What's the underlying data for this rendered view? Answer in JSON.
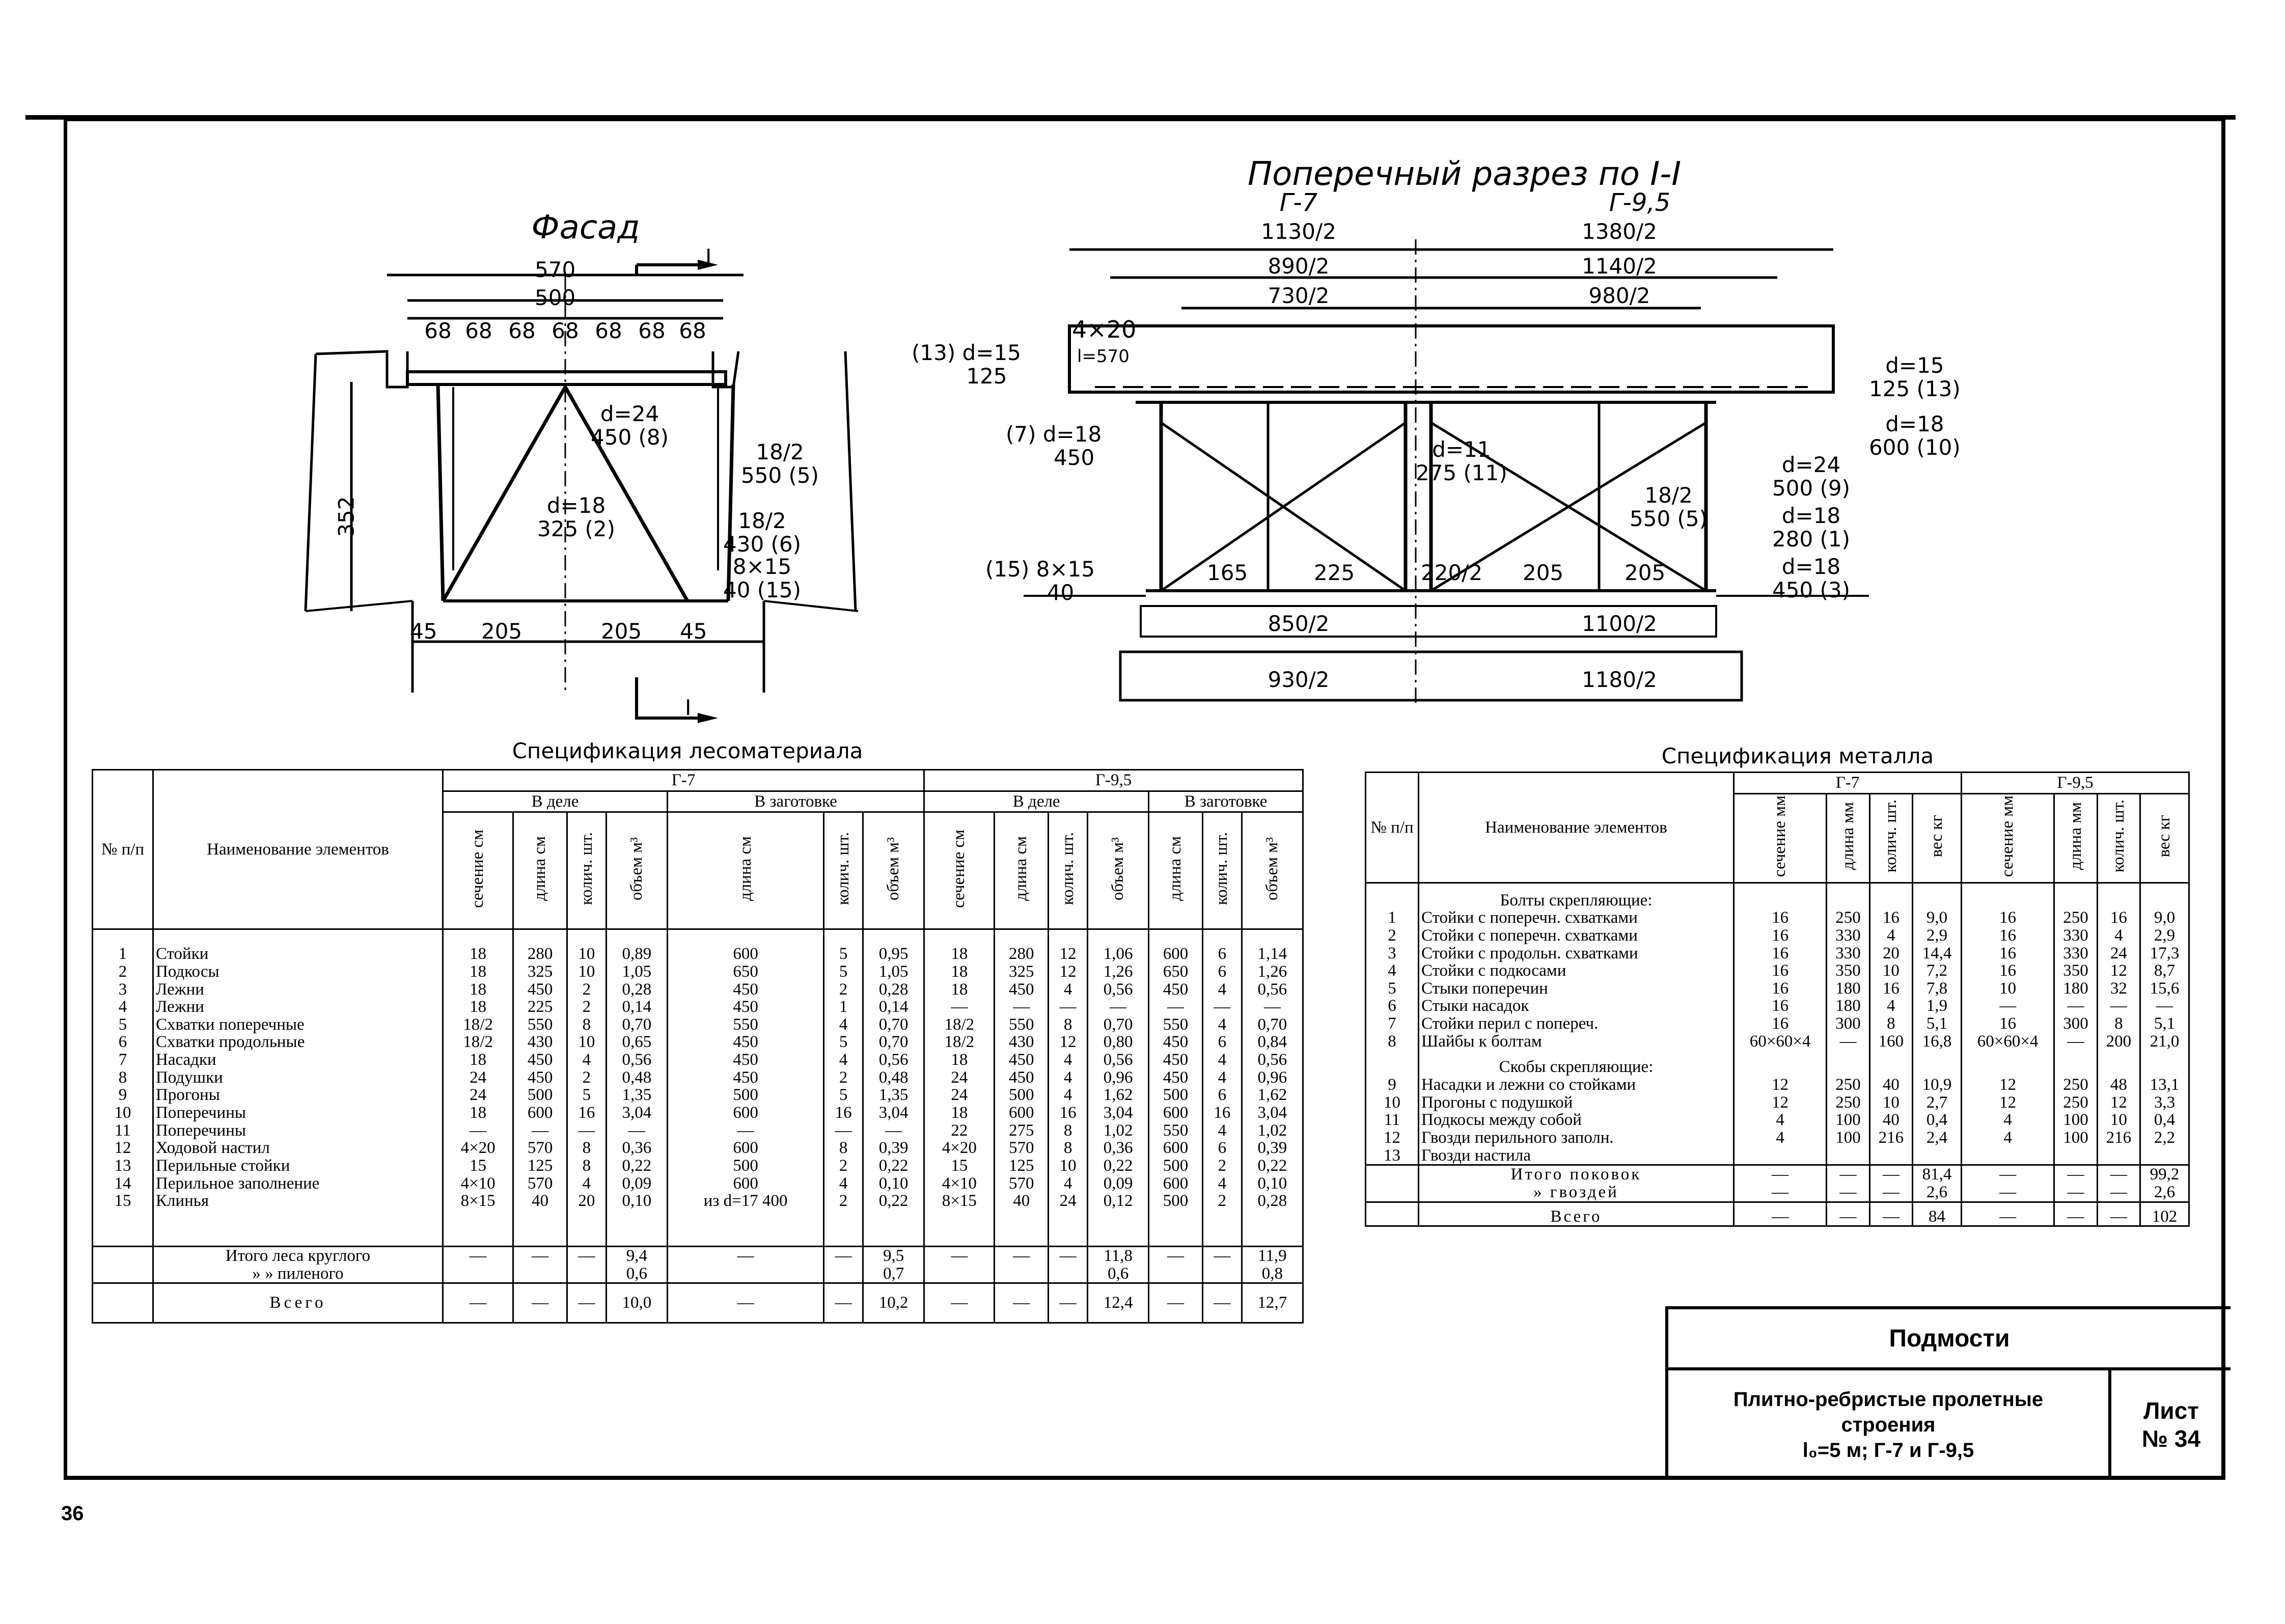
{
  "page_number": "36",
  "facade": {
    "title": "Фасад",
    "section_mark": "I",
    "dims": [
      "570",
      "500",
      "68",
      "68",
      "68",
      "68",
      "68",
      "68",
      "68",
      "352",
      "45",
      "205",
      "205",
      "45"
    ],
    "labels": [
      {
        "t": "d=24",
        "b": "450",
        "n": "8"
      },
      {
        "t": "18/2",
        "b": "550",
        "n": "5"
      },
      {
        "t": "d=18",
        "b": "325",
        "n": "2"
      },
      {
        "t": "18/2",
        "b": "430",
        "n": "6"
      },
      {
        "t": "8×15",
        "b": "40",
        "n": "15"
      }
    ]
  },
  "cross": {
    "title": "Поперечный разрез по I-I",
    "g7": "Г-7",
    "g95": "Г-9,5",
    "dims_left": [
      "1130/2",
      "890/2",
      "730/2",
      "850/2",
      "930/2"
    ],
    "dims_right": [
      "1380/2",
      "1140/2",
      "980/2",
      "1100/2",
      "1180/2"
    ],
    "deck_label": "4×20",
    "deck_sub": "l=570",
    "bottom_dims": [
      "165",
      "225",
      "220/2",
      "205",
      "205"
    ],
    "labels": [
      {
        "t": "d=15",
        "b": "125",
        "n": "13"
      },
      {
        "t": "d=15",
        "b": "125",
        "n": "13"
      },
      {
        "t": "d=18",
        "b": "450",
        "n": "7"
      },
      {
        "t": "d=18",
        "b": "600",
        "n": "10"
      },
      {
        "t": "d=11",
        "b": "275",
        "n": "11"
      },
      {
        "t": "d=24",
        "b": "500",
        "n": "9"
      },
      {
        "t": "18/2",
        "b": "550",
        "n": "5"
      },
      {
        "t": "d=18",
        "b": "280",
        "n": "1"
      },
      {
        "t": "8×15",
        "b": "40",
        "n": "15"
      },
      {
        "t": "d=18",
        "b": "450",
        "n": "3"
      }
    ]
  },
  "timber": {
    "title": "Спецификация лесоматериала",
    "h_num": "№ п/п",
    "h_name": "Наименование элементов",
    "h_g7": "Г-7",
    "h_g95": "Г-9,5",
    "h_work": "В деле",
    "h_blank": "В заготовке",
    "h_sec": "сечение см",
    "h_len": "длина см",
    "h_qty": "колич. шт.",
    "h_vol": "объем м³",
    "rows": [
      [
        "1",
        "Стойки",
        "18",
        "280",
        "10",
        "0,89",
        "600",
        "5",
        "0,95",
        "18",
        "280",
        "12",
        "1,06",
        "600",
        "6",
        "1,14"
      ],
      [
        "2",
        "Подкосы",
        "18",
        "325",
        "10",
        "1,05",
        "650",
        "5",
        "1,05",
        "18",
        "325",
        "12",
        "1,26",
        "650",
        "6",
        "1,26"
      ],
      [
        "3",
        "Лежни",
        "18",
        "450",
        "2",
        "0,28",
        "450",
        "2",
        "0,28",
        "18",
        "450",
        "4",
        "0,56",
        "450",
        "4",
        "0,56"
      ],
      [
        "4",
        "Лежни",
        "18",
        "225",
        "2",
        "0,14",
        "450",
        "1",
        "0,14",
        "—",
        "—",
        "—",
        "—",
        "—",
        "—",
        "—"
      ],
      [
        "5",
        "Схватки поперечные",
        "18/2",
        "550",
        "8",
        "0,70",
        "550",
        "4",
        "0,70",
        "18/2",
        "550",
        "8",
        "0,70",
        "550",
        "4",
        "0,70"
      ],
      [
        "6",
        "Схватки продольные",
        "18/2",
        "430",
        "10",
        "0,65",
        "450",
        "5",
        "0,70",
        "18/2",
        "430",
        "12",
        "0,80",
        "450",
        "6",
        "0,84"
      ],
      [
        "7",
        "Насадки",
        "18",
        "450",
        "4",
        "0,56",
        "450",
        "4",
        "0,56",
        "18",
        "450",
        "4",
        "0,56",
        "450",
        "4",
        "0,56"
      ],
      [
        "8",
        "Подушки",
        "24",
        "450",
        "2",
        "0,48",
        "450",
        "2",
        "0,48",
        "24",
        "450",
        "4",
        "0,96",
        "450",
        "4",
        "0,96"
      ],
      [
        "9",
        "Прогоны",
        "24",
        "500",
        "5",
        "1,35",
        "500",
        "5",
        "1,35",
        "24",
        "500",
        "4",
        "1,62",
        "500",
        "6",
        "1,62"
      ],
      [
        "10",
        "Поперечины",
        "18",
        "600",
        "16",
        "3,04",
        "600",
        "16",
        "3,04",
        "18",
        "600",
        "16",
        "3,04",
        "600",
        "16",
        "3,04"
      ],
      [
        "11",
        "Поперечины",
        "—",
        "—",
        "—",
        "—",
        "—",
        "—",
        "—",
        "22",
        "275",
        "8",
        "1,02",
        "550",
        "4",
        "1,02"
      ],
      [
        "12",
        "Ходовой настил",
        "4×20",
        "570",
        "8",
        "0,36",
        "600",
        "8",
        "0,39",
        "4×20",
        "570",
        "8",
        "0,36",
        "600",
        "6",
        "0,39"
      ],
      [
        "13",
        "Перильные стойки",
        "15",
        "125",
        "8",
        "0,22",
        "500",
        "2",
        "0,22",
        "15",
        "125",
        "10",
        "0,22",
        "500",
        "2",
        "0,22"
      ],
      [
        "14",
        "Перильное заполнение",
        "4×10",
        "570",
        "4",
        "0,09",
        "600",
        "4",
        "0,10",
        "4×10",
        "570",
        "4",
        "0,09",
        "600",
        "4",
        "0,10"
      ],
      [
        "15",
        "Клинья",
        "8×15",
        "40",
        "20",
        "0,10",
        "из d=17 400",
        "2",
        "0,22",
        "8×15",
        "40",
        "24",
        "0,12",
        "500",
        "2",
        "0,28"
      ]
    ],
    "totals": [
      [
        "Итого леса круглого",
        "—",
        "—",
        "—",
        "9,4",
        "—",
        "—",
        "9,5",
        "—",
        "—",
        "—",
        "11,8",
        "—",
        "—",
        "11,9"
      ],
      [
        "» » пиленого",
        "",
        "",
        "",
        "0,6",
        "",
        "",
        "0,7",
        "",
        "",
        "",
        "0,6",
        "",
        "",
        "0,8"
      ]
    ],
    "grand": [
      "Всего",
      "—",
      "—",
      "—",
      "10,0",
      "—",
      "—",
      "10,2",
      "—",
      "—",
      "—",
      "12,4",
      "—",
      "—",
      "12,7"
    ]
  },
  "metal": {
    "title": "Спецификация металла",
    "h_num": "№ п/п",
    "h_name": "Наименование элементов",
    "h_g7": "Г-7",
    "h_g95": "Г-9,5",
    "h_sec": "сечение мм",
    "h_len": "длина мм",
    "h_qty": "колич. шт.",
    "h_wt": "вес кг",
    "group1": "Болты скрепляющие:",
    "group2": "Скобы скрепляющие:",
    "rows1": [
      [
        "1",
        "Стойки с поперечн. схватками",
        "16",
        "250",
        "16",
        "9,0",
        "16",
        "250",
        "16",
        "9,0"
      ],
      [
        "2",
        "Стойки с поперечн. схватками",
        "16",
        "330",
        "4",
        "2,9",
        "16",
        "330",
        "4",
        "2,9"
      ],
      [
        "3",
        "Стойки с продольн. схватками",
        "16",
        "330",
        "20",
        "14,4",
        "16",
        "330",
        "24",
        "17,3"
      ],
      [
        "4",
        "Стойки с подкосами",
        "16",
        "350",
        "10",
        "7,2",
        "16",
        "350",
        "12",
        "8,7"
      ],
      [
        "5",
        "Стыки поперечин",
        "16",
        "180",
        "16",
        "7,8",
        "10",
        "180",
        "32",
        "15,6"
      ],
      [
        "6",
        "Стыки насадок",
        "16",
        "180",
        "4",
        "1,9",
        "—",
        "—",
        "—",
        "—"
      ],
      [
        "7",
        "Стойки перил с попереч.",
        "16",
        "300",
        "8",
        "5,1",
        "16",
        "300",
        "8",
        "5,1"
      ],
      [
        "8",
        "Шайбы к болтам",
        "60×60×4",
        "—",
        "160",
        "16,8",
        "60×60×4",
        "—",
        "200",
        "21,0"
      ]
    ],
    "rows2": [
      [
        "9",
        "Насадки и лежни со стойками",
        "12",
        "250",
        "40",
        "10,9",
        "12",
        "250",
        "48",
        "13,1"
      ],
      [
        "10",
        "Прогоны с подушкой",
        "12",
        "250",
        "10",
        "2,7",
        "12",
        "250",
        "12",
        "3,3"
      ],
      [
        "11",
        "Подкосы между собой",
        "4",
        "100",
        "40",
        "0,4",
        "4",
        "100",
        "10",
        "0,4"
      ],
      [
        "12",
        "Гвозди перильного заполн.",
        "4",
        "100",
        "216",
        "2,4",
        "4",
        "100",
        "216",
        "2,2"
      ],
      [
        "13",
        "Гвозди настила",
        "",
        "",
        "",
        "",
        "",
        "",
        "",
        ""
      ]
    ],
    "tot1": [
      "Итого поковок",
      "—",
      "—",
      "—",
      "81,4",
      "—",
      "—",
      "—",
      "99,2"
    ],
    "tot2": [
      "» гвоздей",
      "—",
      "—",
      "—",
      "2,6",
      "—",
      "—",
      "—",
      "2,6"
    ],
    "grand": [
      "Всего",
      "—",
      "—",
      "—",
      "84",
      "—",
      "—",
      "—",
      "102"
    ]
  },
  "stamp": {
    "title": "Подмости",
    "desc1": "Плитно-ребристые пролетные",
    "desc2": "строения",
    "desc3": "l₀=5 м; Г-7 и Г-9,5",
    "sheet_label": "Лист",
    "sheet_no": "№ 34"
  }
}
